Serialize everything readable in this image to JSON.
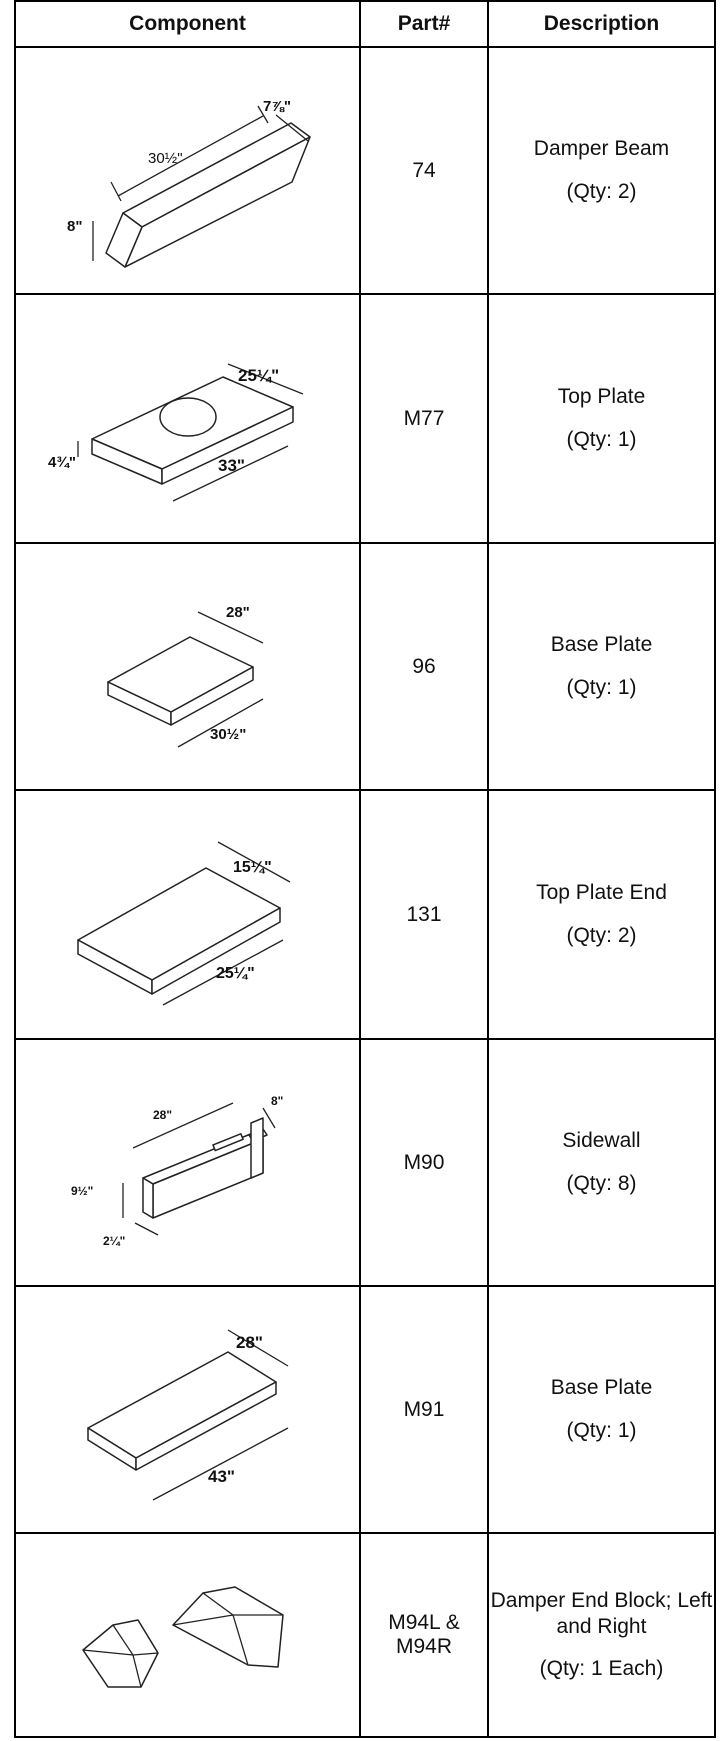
{
  "table": {
    "headers": {
      "component": "Component",
      "part": "Part#",
      "description": "Description"
    },
    "rows": [
      {
        "part": "74",
        "name": "Damper Beam",
        "qty": "(Qty: 2)",
        "dims": [
          "30½\"",
          "7⅞\"",
          "8\""
        ]
      },
      {
        "part": "M77",
        "name": "Top Plate",
        "qty": "(Qty: 1)",
        "dims": [
          "25¼\"",
          "4¾\"",
          "33\""
        ]
      },
      {
        "part": "96",
        "name": "Base Plate",
        "qty": "(Qty: 1)",
        "dims": [
          "28\"",
          "30½\""
        ]
      },
      {
        "part": "131",
        "name": "Top Plate End",
        "qty": "(Qty: 2)",
        "dims": [
          "15¼\"",
          "25¼\""
        ]
      },
      {
        "part": "M90",
        "name": "Sidewall",
        "qty": "(Qty: 8)",
        "dims": [
          "28\"",
          "8\"",
          "9½\"",
          "2¼\""
        ]
      },
      {
        "part": "M91",
        "name": "Base Plate",
        "qty": "(Qty: 1)",
        "dims": [
          "28\"",
          "43\""
        ]
      },
      {
        "part": "M94L & M94R",
        "name": "Damper End Block; Left and Right",
        "qty": "(Qty: 1 Each)",
        "dims": []
      }
    ]
  }
}
